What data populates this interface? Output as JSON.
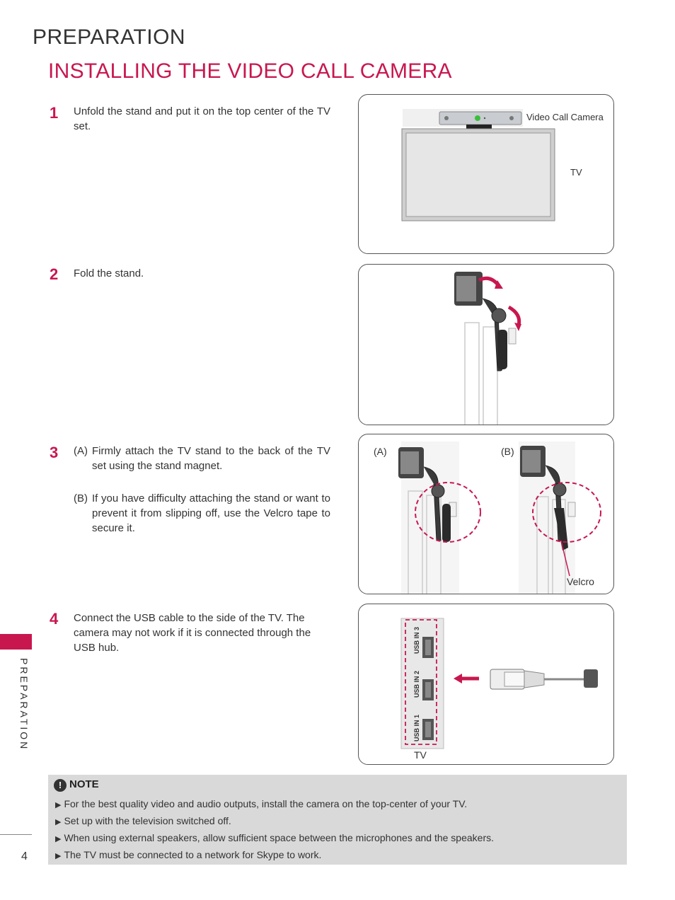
{
  "header": {
    "section": "PREPARATION",
    "title": "INSTALLING THE VIDEO CALL CAMERA"
  },
  "steps": [
    {
      "number": "1",
      "text": "Unfold the stand and put it on the top center of the TV set."
    },
    {
      "number": "2",
      "text": "Fold the stand."
    },
    {
      "number": "3",
      "text_a_tag": "(A)",
      "text_a": "Firmly attach the TV stand to the back of the TV set using the stand magnet.",
      "text_b_tag": "(B)",
      "text_b": "If you have difficulty attaching the stand or want to prevent it from slipping off, use the Velcro tape to secure it."
    },
    {
      "number": "4",
      "text": "Connect the USB cable to the side of the TV. The camera may not work if it is connected through the USB hub."
    }
  ],
  "figures": {
    "fig1": {
      "camera_label": "Video Call Camera",
      "tv_label": "TV"
    },
    "fig3": {
      "label_a": "(A)",
      "label_b": "(B)",
      "velcro_label": "Velcro"
    },
    "fig4": {
      "usb_ports": [
        "USB IN 3",
        "USB IN 2",
        "USB IN 1"
      ],
      "tv_label": "TV"
    }
  },
  "sidebar": {
    "label": "PREPARATION"
  },
  "page_number": "4",
  "note": {
    "heading": "NOTE",
    "items": [
      "For the best quality video and audio outputs, install the camera on the top-center of your TV.",
      "Set up with the television switched off.",
      "When using external speakers, allow sufficient space between the microphones and the speakers.",
      "The TV must be connected to a network for Skype to work."
    ]
  },
  "colors": {
    "accent": "#c8174f",
    "text": "#333333",
    "note_bg": "#d9d9d9"
  }
}
